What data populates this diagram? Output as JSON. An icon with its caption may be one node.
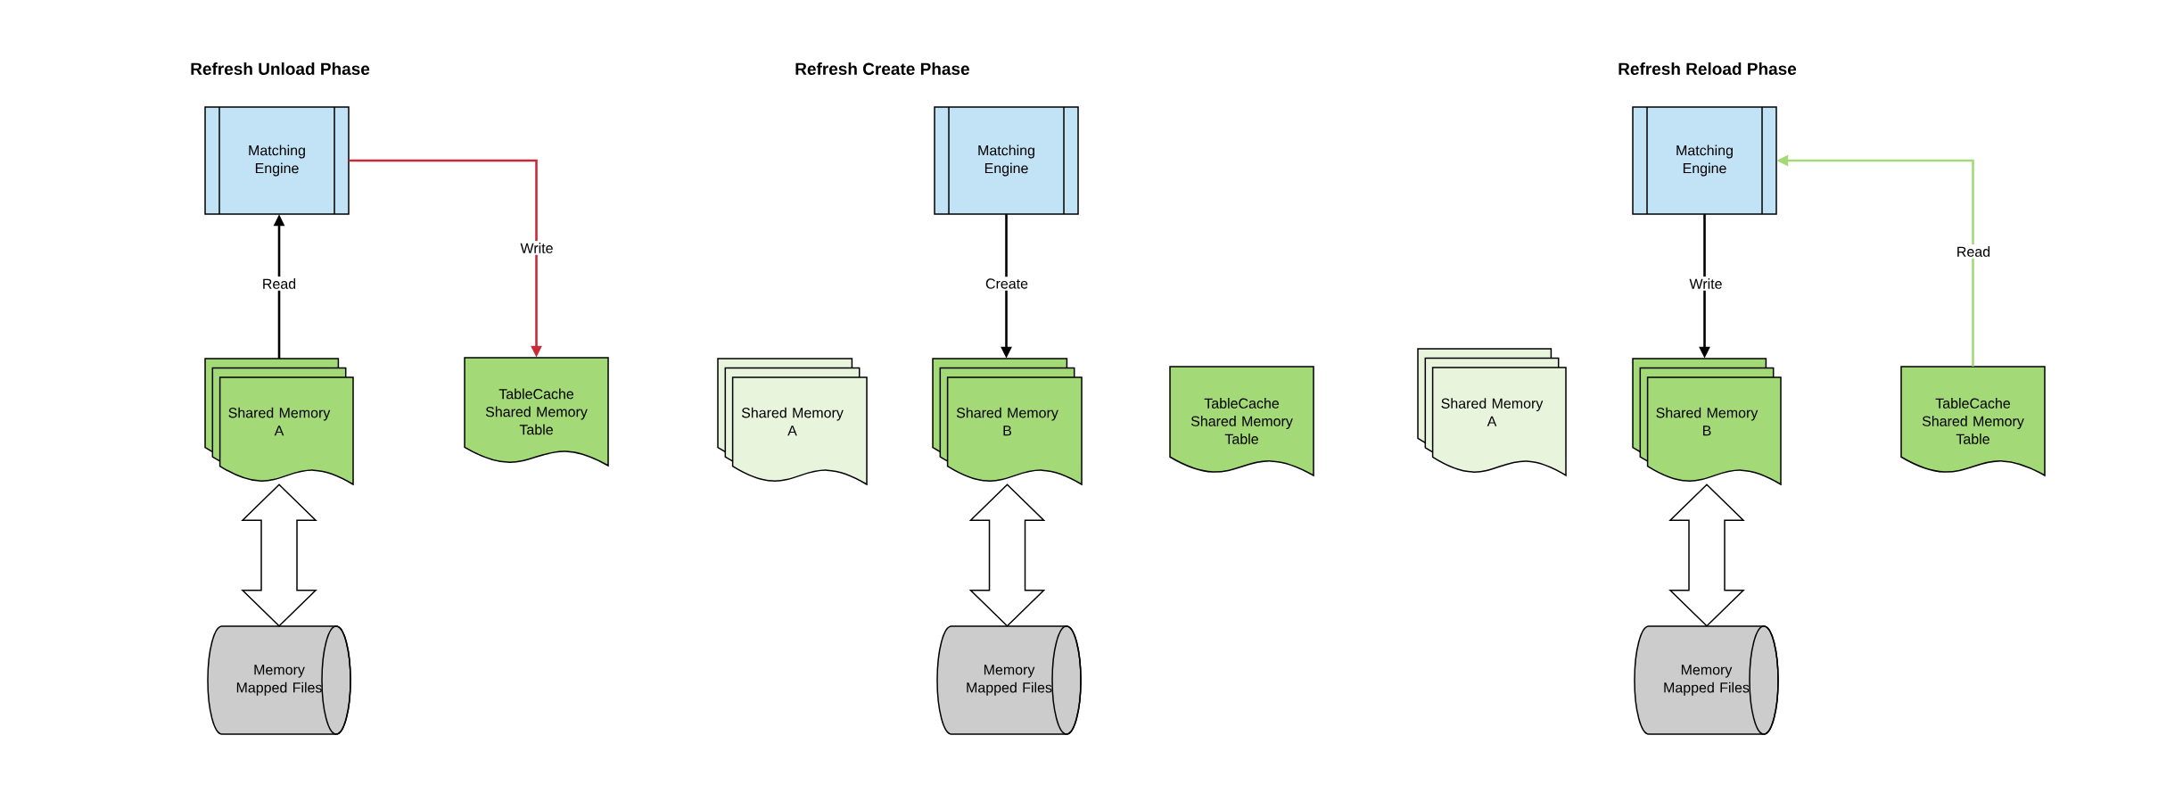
{
  "diagram": {
    "nodes": [
      {
        "text": [
          "Matching Engine"
        ]
      },
      {
        "text": [
          "Shared Memory A"
        ]
      },
      {
        "text": [
          "TableCache Shared Memory Table"
        ]
      },
      {
        "text": [
          "Memory Mapped Files"
        ]
      },
      {
        "text": [
          "Matching Engine"
        ]
      },
      {
        "text": [
          "Shared Memory A"
        ]
      },
      {
        "text": [
          "Shared Memory B"
        ]
      },
      {
        "text": [
          "TableCache Shared Memory Table"
        ]
      },
      {
        "text": [
          "Memory Mapped Files"
        ]
      },
      {
        "text": [
          "Matching Engine"
        ]
      },
      {
        "text": [
          "Shared Memory A"
        ]
      },
      {
        "text": [
          "Shared Memory B"
        ]
      },
      {
        "text": [
          "TableCache Shared Memory Table"
        ]
      },
      {
        "text": [
          "Memory Mapped Files"
        ]
      }
    ],
    "edges": [
      {
        "from": 1,
        "to": 0,
        "arrow": "to",
        "label": "Read"
      },
      {
        "from": 0,
        "to": 2,
        "arrow": "to",
        "label": "Write",
        "color": "#c92a37"
      },
      {
        "from": 1,
        "to": 3,
        "arrow": "both",
        "style": "thick"
      },
      {
        "from": 4,
        "to": 6,
        "arrow": "to",
        "label": "Create"
      },
      {
        "from": 6,
        "to": 8,
        "arrow": "both",
        "style": "thick"
      },
      {
        "from": 9,
        "to": 11,
        "arrow": "to",
        "label": "Write"
      },
      {
        "from": 12,
        "to": 9,
        "arrow": "to",
        "label": "Read",
        "color": "#a3d977"
      },
      {
        "from": 11,
        "to": 13,
        "arrow": "both",
        "style": "thick"
      }
    ],
    "labels": [
      "Refresh Unload Phase",
      "Refresh Create Phase",
      "Refresh Reload Phase"
    ]
  }
}
